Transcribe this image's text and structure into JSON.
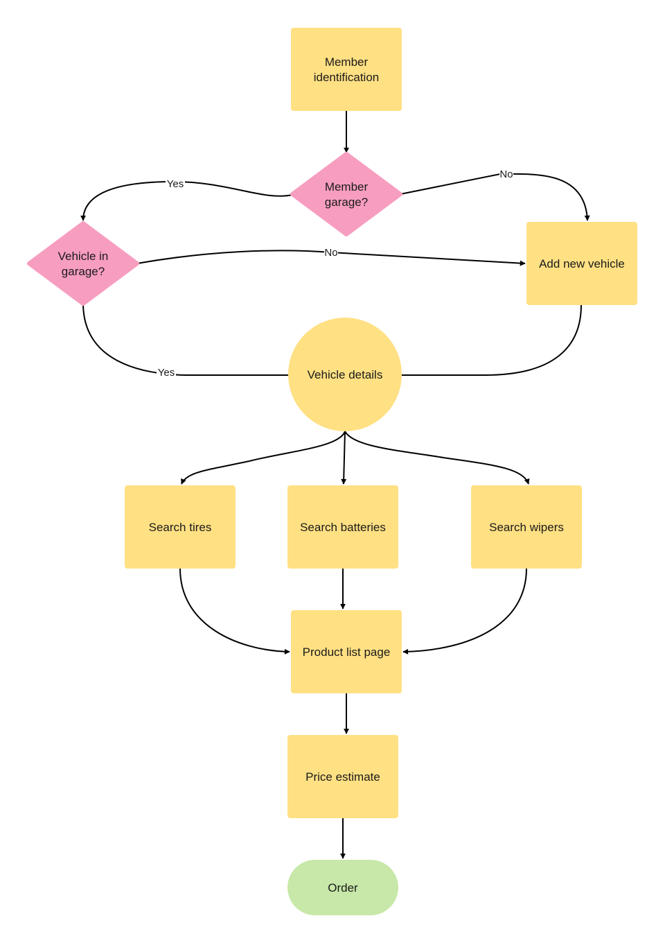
{
  "colors": {
    "process": "#FFE083",
    "decision": "#F79DC0",
    "terminal": "#C7E8A8",
    "connector": "#FFE083",
    "line": "#000000",
    "background": "#FFFFFF"
  },
  "nodes": {
    "member_identification": {
      "shape": "process",
      "lines": [
        "Member",
        "identification"
      ]
    },
    "member_garage": {
      "shape": "decision",
      "lines": [
        "Member",
        "garage?"
      ]
    },
    "vehicle_in_garage": {
      "shape": "decision",
      "lines": [
        "Vehicle in",
        "garage?"
      ]
    },
    "add_new_vehicle": {
      "shape": "process",
      "lines": [
        "Add new vehicle"
      ]
    },
    "vehicle_details": {
      "shape": "circle",
      "lines": [
        "Vehicle details"
      ]
    },
    "search_tires": {
      "shape": "process",
      "lines": [
        "Search tires"
      ]
    },
    "search_batteries": {
      "shape": "process",
      "lines": [
        "Search batteries"
      ]
    },
    "search_wipers": {
      "shape": "process",
      "lines": [
        "Search wipers"
      ]
    },
    "product_list_page": {
      "shape": "process",
      "lines": [
        "Product list page"
      ]
    },
    "price_estimate": {
      "shape": "process",
      "lines": [
        "Price estimate"
      ]
    },
    "order": {
      "shape": "terminal",
      "lines": [
        "Order"
      ]
    }
  },
  "edges": [
    {
      "from": "member_identification",
      "to": "member_garage",
      "label": ""
    },
    {
      "from": "member_garage",
      "to": "vehicle_in_garage",
      "label": "Yes"
    },
    {
      "from": "member_garage",
      "to": "add_new_vehicle",
      "label": "No"
    },
    {
      "from": "vehicle_in_garage",
      "to": "add_new_vehicle",
      "label": "No"
    },
    {
      "from": "vehicle_in_garage",
      "to": "vehicle_details",
      "label": "Yes"
    },
    {
      "from": "add_new_vehicle",
      "to": "vehicle_details",
      "label": ""
    },
    {
      "from": "vehicle_details",
      "to": "search_tires",
      "label": ""
    },
    {
      "from": "vehicle_details",
      "to": "search_batteries",
      "label": ""
    },
    {
      "from": "vehicle_details",
      "to": "search_wipers",
      "label": ""
    },
    {
      "from": "search_tires",
      "to": "product_list_page",
      "label": ""
    },
    {
      "from": "search_batteries",
      "to": "product_list_page",
      "label": ""
    },
    {
      "from": "search_wipers",
      "to": "product_list_page",
      "label": ""
    },
    {
      "from": "product_list_page",
      "to": "price_estimate",
      "label": ""
    },
    {
      "from": "price_estimate",
      "to": "order",
      "label": ""
    }
  ]
}
